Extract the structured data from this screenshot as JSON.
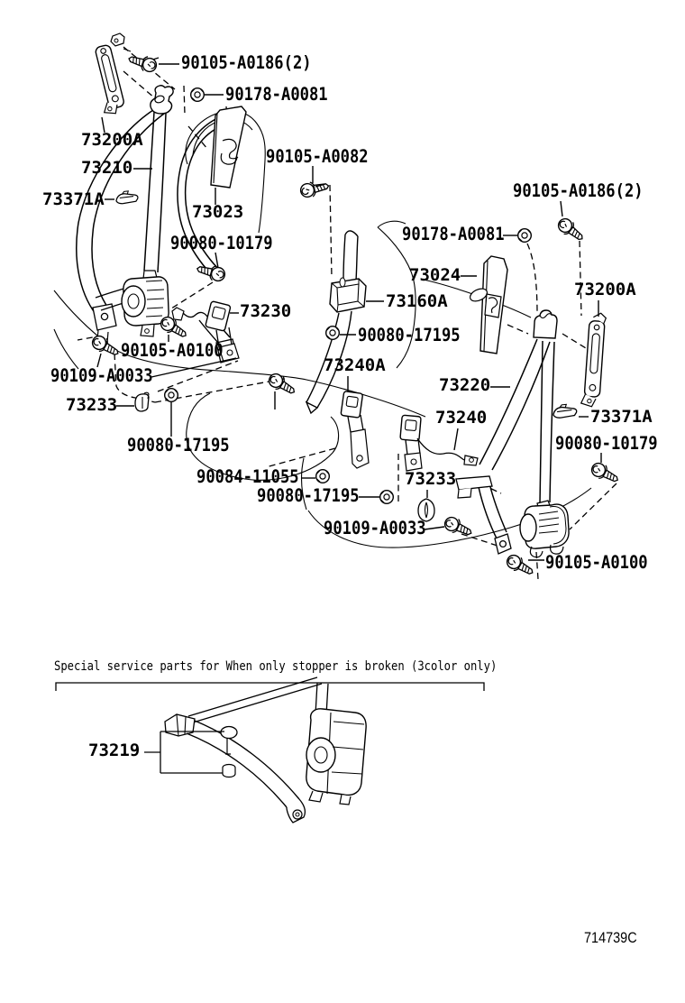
{
  "diagram": {
    "section_note": "Special service parts for When only stopper is broken (3color only)",
    "figure_code": "714739C",
    "labels": [
      {
        "id": "screw-90105-A0186-left",
        "text": "90105-A0186(2)"
      },
      {
        "id": "nut-90178-A0081-left",
        "text": "90178-A0081"
      },
      {
        "id": "part-73200A-left",
        "text": "73200A"
      },
      {
        "id": "part-73210",
        "text": "73210"
      },
      {
        "id": "screw-90105-A0082",
        "text": "90105-A0082"
      },
      {
        "id": "part-73371A-left",
        "text": "73371A"
      },
      {
        "id": "part-73023",
        "text": "73023"
      },
      {
        "id": "screw-90080-10179-left",
        "text": "90080-10179"
      },
      {
        "id": "screw-90105-A0186-right",
        "text": "90105-A0186(2)"
      },
      {
        "id": "nut-90178-A0081-right",
        "text": "90178-A0081"
      },
      {
        "id": "part-73024",
        "text": "73024"
      },
      {
        "id": "part-73160A",
        "text": "73160A"
      },
      {
        "id": "part-73200A-right",
        "text": "73200A"
      },
      {
        "id": "part-73230",
        "text": "73230"
      },
      {
        "id": "nut-90080-17195-right-top",
        "text": "90080-17195"
      },
      {
        "id": "screw-90105-A0100-left",
        "text": "90105-A0100"
      },
      {
        "id": "part-73240A",
        "text": "73240A"
      },
      {
        "id": "screw-90109-A0033-left",
        "text": "90109-A0033"
      },
      {
        "id": "part-73220",
        "text": "73220"
      },
      {
        "id": "part-73233-left",
        "text": "73233"
      },
      {
        "id": "part-73240",
        "text": "73240"
      },
      {
        "id": "part-73371A-right",
        "text": "73371A"
      },
      {
        "id": "nut-90080-17195-left-mid",
        "text": "90080-17195"
      },
      {
        "id": "screw-90080-10179-right",
        "text": "90080-10179"
      },
      {
        "id": "part-73233-right",
        "text": "73233"
      },
      {
        "id": "nut-90084-11055",
        "text": "90084-11055"
      },
      {
        "id": "nut-90080-17195-bottom",
        "text": "90080-17195"
      },
      {
        "id": "screw-90109-A0033-right",
        "text": "90109-A0033"
      },
      {
        "id": "screw-90105-A0100-right",
        "text": "90105-A0100"
      },
      {
        "id": "part-73219",
        "text": "73219"
      }
    ]
  }
}
